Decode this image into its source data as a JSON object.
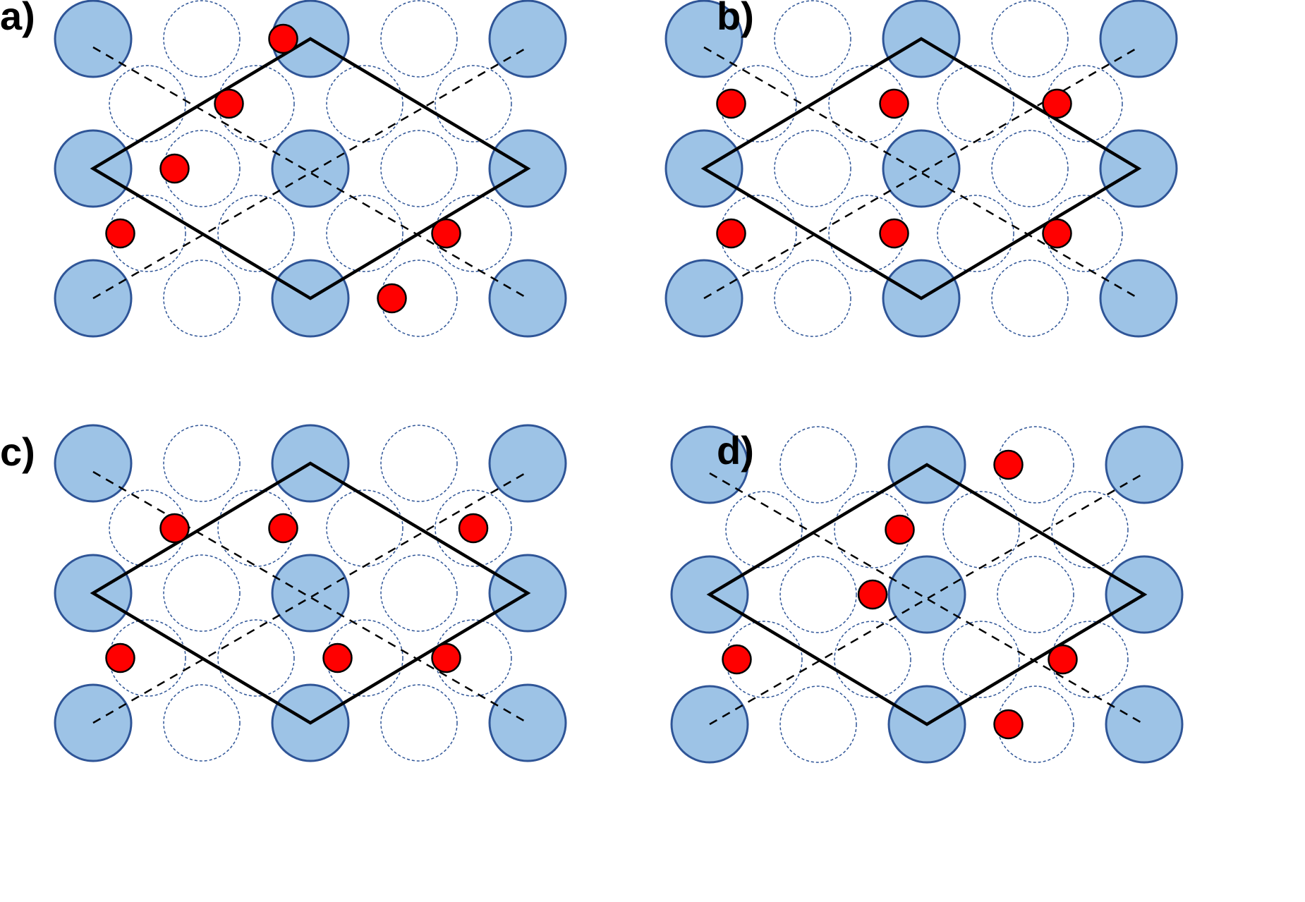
{
  "figure": {
    "panels": [
      {
        "id": "a",
        "label": "a)",
        "adatoms": [
          [
            4.5,
            1
          ],
          [
            3.5,
            2
          ],
          [
            2.5,
            3
          ],
          [
            1.5,
            4
          ],
          [
            7.5,
            4
          ],
          [
            6.5,
            5
          ]
        ]
      },
      {
        "id": "b",
        "label": "b)",
        "adatoms": [
          [
            1.5,
            2
          ],
          [
            4.5,
            2
          ],
          [
            7.5,
            2
          ],
          [
            1.5,
            4
          ],
          [
            4.5,
            4
          ],
          [
            7.5,
            4
          ]
        ]
      },
      {
        "id": "c",
        "label": "c)",
        "adatoms": [
          [
            2.5,
            2
          ],
          [
            4.5,
            2
          ],
          [
            8,
            2
          ],
          [
            1.5,
            4
          ],
          [
            5.5,
            4
          ],
          [
            7.5,
            4
          ]
        ]
      },
      {
        "id": "d",
        "label": "d)",
        "adatoms": [
          [
            6.5,
            1
          ],
          [
            4.5,
            2
          ],
          [
            4,
            3
          ],
          [
            1.5,
            4
          ],
          [
            7.5,
            4
          ],
          [
            6.5,
            5
          ]
        ]
      }
    ],
    "colors": {
      "substrate_atom": "#9dc3e6",
      "substrate_outline": "#2f5597",
      "adatom": "#ff0000",
      "cell_line": "#000000"
    }
  }
}
